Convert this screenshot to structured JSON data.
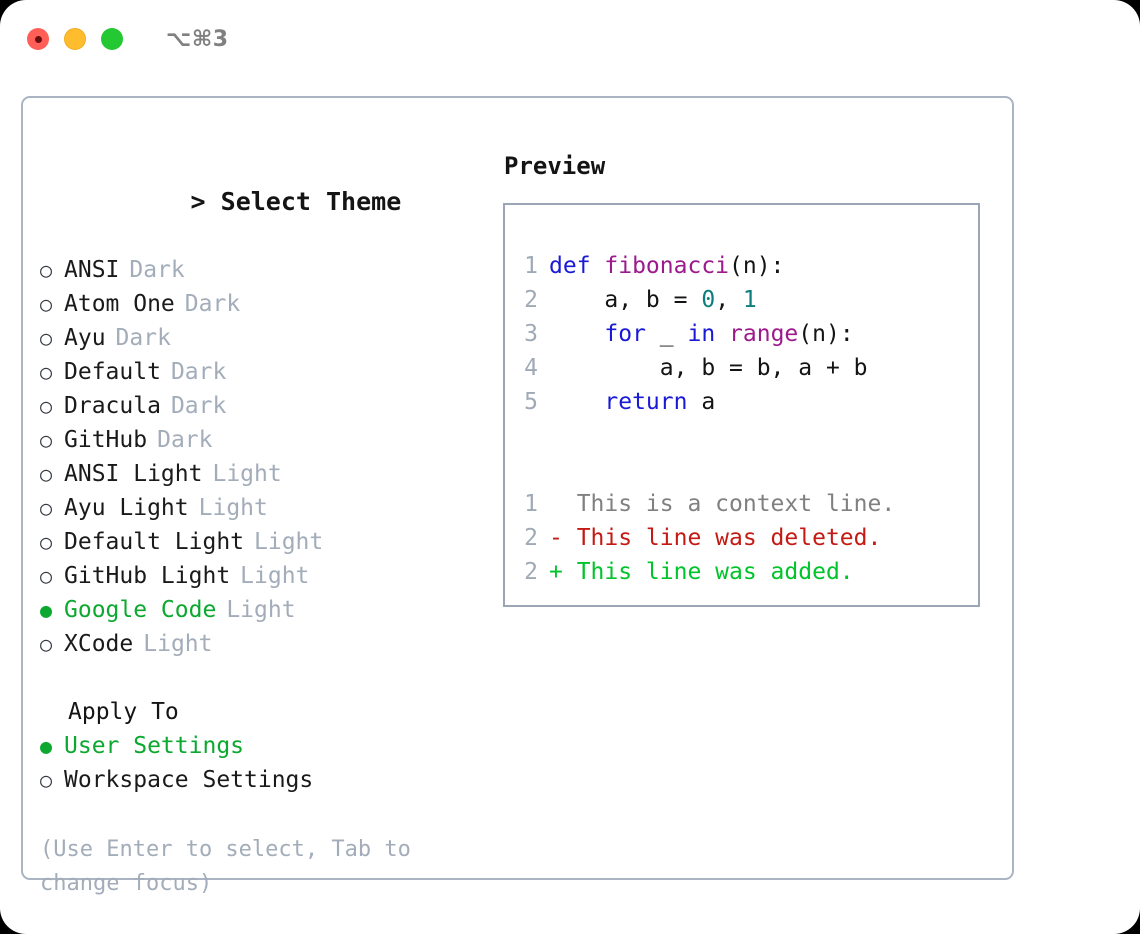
{
  "titlebar": {
    "shortcut": "⌥⌘3",
    "buttons": [
      {
        "name": "close",
        "color": "#ff5f56"
      },
      {
        "name": "minimize",
        "color": "#ffbd2e"
      },
      {
        "name": "maximize",
        "color": "#23c832"
      }
    ]
  },
  "theme_picker": {
    "heading_caret": ">",
    "heading": "Select Theme",
    "bullet_on": "●",
    "bullet_off": "○",
    "items": [
      {
        "name": "ANSI",
        "badge": "Dark",
        "selected": false
      },
      {
        "name": "Atom One",
        "badge": "Dark",
        "selected": false
      },
      {
        "name": "Ayu",
        "badge": "Dark",
        "selected": false
      },
      {
        "name": "Default",
        "badge": "Dark",
        "selected": false
      },
      {
        "name": "Dracula",
        "badge": "Dark",
        "selected": false
      },
      {
        "name": "GitHub",
        "badge": "Dark",
        "selected": false
      },
      {
        "name": "ANSI Light",
        "badge": "Light",
        "selected": false
      },
      {
        "name": "Ayu Light",
        "badge": "Light",
        "selected": false
      },
      {
        "name": "Default Light",
        "badge": "Light",
        "selected": false
      },
      {
        "name": "GitHub Light",
        "badge": "Light",
        "selected": false
      },
      {
        "name": "Google Code",
        "badge": "Light",
        "selected": true
      },
      {
        "name": "XCode",
        "badge": "Light",
        "selected": false
      }
    ]
  },
  "apply_to": {
    "heading": "Apply To",
    "items": [
      {
        "name": "User Settings",
        "selected": true
      },
      {
        "name": "Workspace Settings",
        "selected": false
      }
    ]
  },
  "hint": "(Use Enter to select, Tab to change focus)",
  "preview": {
    "title": "Preview",
    "code_lines": [
      {
        "ln": "1",
        "tokens": [
          {
            "t": "def ",
            "c": "kw"
          },
          {
            "t": "fibonacci",
            "c": "fn"
          },
          {
            "t": "(n):",
            "c": "plain"
          }
        ]
      },
      {
        "ln": "2",
        "tokens": [
          {
            "t": "    a, b = ",
            "c": "plain"
          },
          {
            "t": "0",
            "c": "num"
          },
          {
            "t": ", ",
            "c": "plain"
          },
          {
            "t": "1",
            "c": "num"
          }
        ]
      },
      {
        "ln": "3",
        "tokens": [
          {
            "t": "    ",
            "c": "plain"
          },
          {
            "t": "for",
            "c": "kw"
          },
          {
            "t": " _ ",
            "c": "plain"
          },
          {
            "t": "in",
            "c": "kw"
          },
          {
            "t": " ",
            "c": "plain"
          },
          {
            "t": "range",
            "c": "fn"
          },
          {
            "t": "(n):",
            "c": "plain"
          }
        ]
      },
      {
        "ln": "4",
        "tokens": [
          {
            "t": "        a, b = b, a + b",
            "c": "plain"
          }
        ]
      },
      {
        "ln": "5",
        "tokens": [
          {
            "t": "    ",
            "c": "plain"
          },
          {
            "t": "return",
            "c": "kw"
          },
          {
            "t": " a",
            "c": "plain"
          }
        ]
      }
    ],
    "diff_lines": [
      {
        "ln": "1",
        "marker": " ",
        "text": " This is a context line.",
        "kind": "diff-ctx"
      },
      {
        "ln": "2",
        "marker": "-",
        "text": " This line was deleted.",
        "kind": "diff-del"
      },
      {
        "ln": "2",
        "marker": "+",
        "text": " This line was added.",
        "kind": "diff-add"
      }
    ]
  },
  "colors": {
    "accent_green": "#0ca82f",
    "keyword_blue": "#1a1ad6",
    "function_magenta": "#9c1a8c",
    "number_teal": "#0e7d7d",
    "diff_delete_red": "#c41a14",
    "diff_add_green": "#00c42a",
    "muted_gray": "#a3adba",
    "panel_border": "#aab4c2"
  }
}
